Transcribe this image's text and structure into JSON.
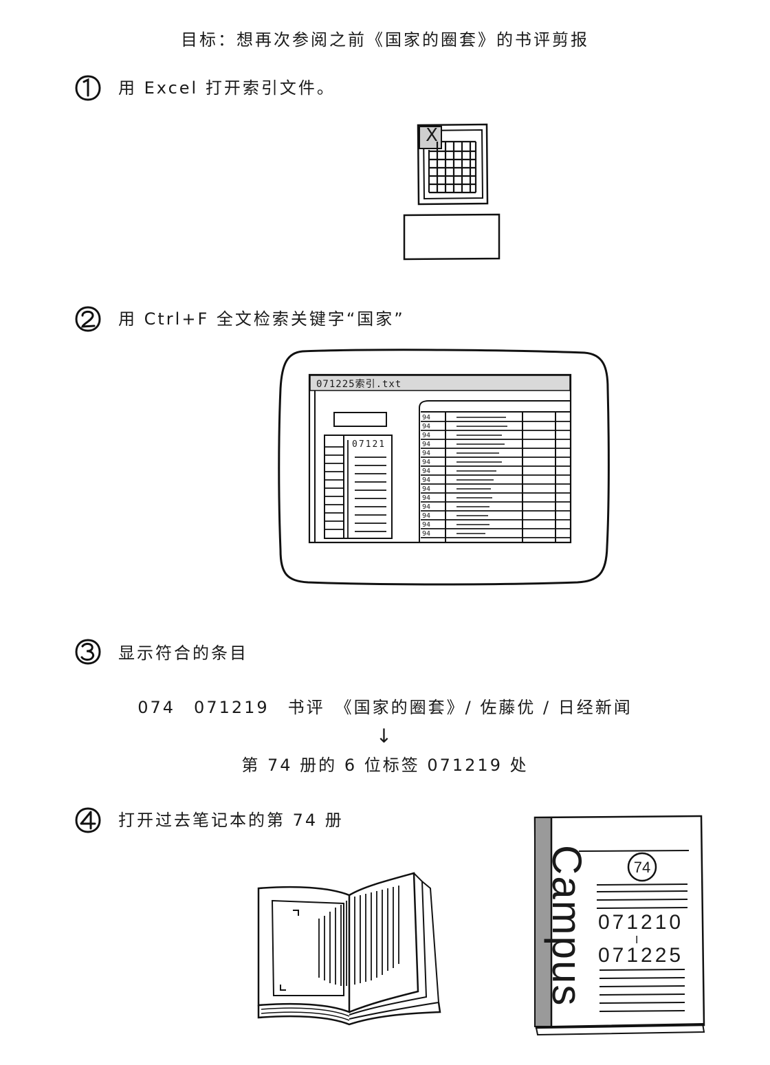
{
  "title": "目标：想再次参阅之前《国家的圈套》的书评剪报",
  "steps": [
    {
      "num": "1",
      "text": "用 Excel 打开索引文件。"
    },
    {
      "num": "2",
      "text": "用 Ctrl+F 全文检索关键字“国家”"
    },
    {
      "num": "3",
      "text": "显示符合的条目"
    },
    {
      "num": "4",
      "text": "打开过去笔记本的第 74 册"
    }
  ],
  "excel_icon": {
    "letter": "X"
  },
  "index_window": {
    "title": "071225索引.txt",
    "column_header": "07121",
    "row_label": "94"
  },
  "result": {
    "entry": "074　071219　书评　《国家的圈套》/ 佐藤优 / 日经新闻",
    "arrow": "↓",
    "location": "第 74 册的 6 位标签 071219 处"
  },
  "notebook": {
    "brand": "Campus",
    "volume": "74",
    "range_start": "071210",
    "range_separator": "I",
    "range_end": "071225"
  }
}
